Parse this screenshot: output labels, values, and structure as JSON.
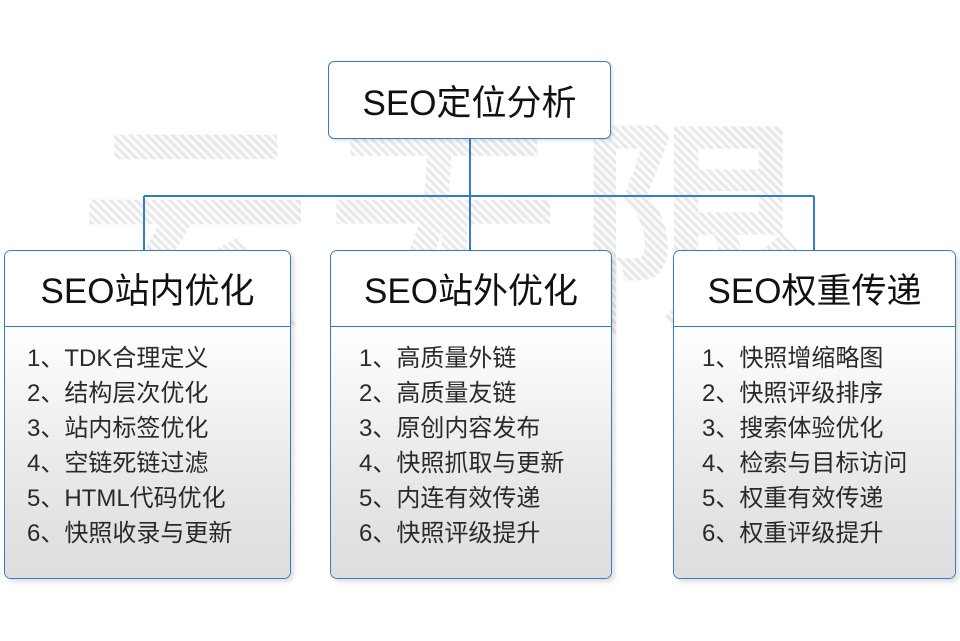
{
  "diagram": {
    "type": "org-chart",
    "watermark_text": "云无限",
    "accent_color": "#2f7fc8",
    "text_color": "#111111",
    "root": {
      "title": "SEO定位分析"
    },
    "branches": [
      {
        "title": "SEO站内优化",
        "items": [
          "1、TDK合理定义",
          "2、结构层次优化",
          "3、站内标签优化",
          "4、空链死链过滤",
          "5、HTML代码优化",
          "6、快照收录与更新"
        ]
      },
      {
        "title": "SEO站外优化",
        "items": [
          "1、高质量外链",
          "2、高质量友链",
          "3、原创内容发布",
          "4、快照抓取与更新",
          "5、内连有效传递",
          "6、快照评级提升"
        ]
      },
      {
        "title": "SEO权重传递",
        "items": [
          "1、快照增缩略图",
          "2、快照评级排序",
          "3、搜索体验优化",
          "4、检索与目标访问",
          "5、权重有效传递",
          "6、权重评级提升"
        ]
      }
    ]
  }
}
